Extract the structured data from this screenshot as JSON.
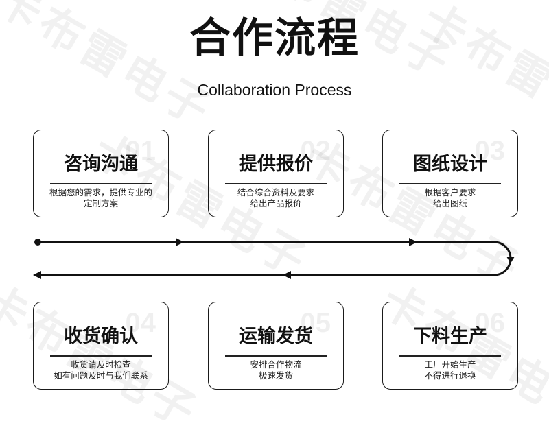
{
  "header": {
    "title": "合作流程",
    "subtitle": "Collaboration Process"
  },
  "watermark": "卡布雷电子",
  "steps": [
    {
      "num": "01",
      "title": "咨询沟通",
      "desc": [
        "根据您的需求，提供专业的",
        "定制方案"
      ]
    },
    {
      "num": "02",
      "title": "提供报价",
      "desc": [
        "结合综合资料及要求",
        "给出产品报价"
      ]
    },
    {
      "num": "03",
      "title": "图纸设计",
      "desc": [
        "根据客户要求",
        "给出图纸"
      ]
    },
    {
      "num": "04",
      "title": "收货确认",
      "desc": [
        "收货请及时检查",
        "如有问题及时与我们联系"
      ]
    },
    {
      "num": "05",
      "title": "运输发货",
      "desc": [
        "安排合作物流",
        "极速发货"
      ]
    },
    {
      "num": "06",
      "title": "下料生产",
      "desc": [
        "工厂开始生产",
        "不得进行退换"
      ]
    }
  ],
  "colors": {
    "line": "#111111",
    "border": "#1a1a1a"
  }
}
